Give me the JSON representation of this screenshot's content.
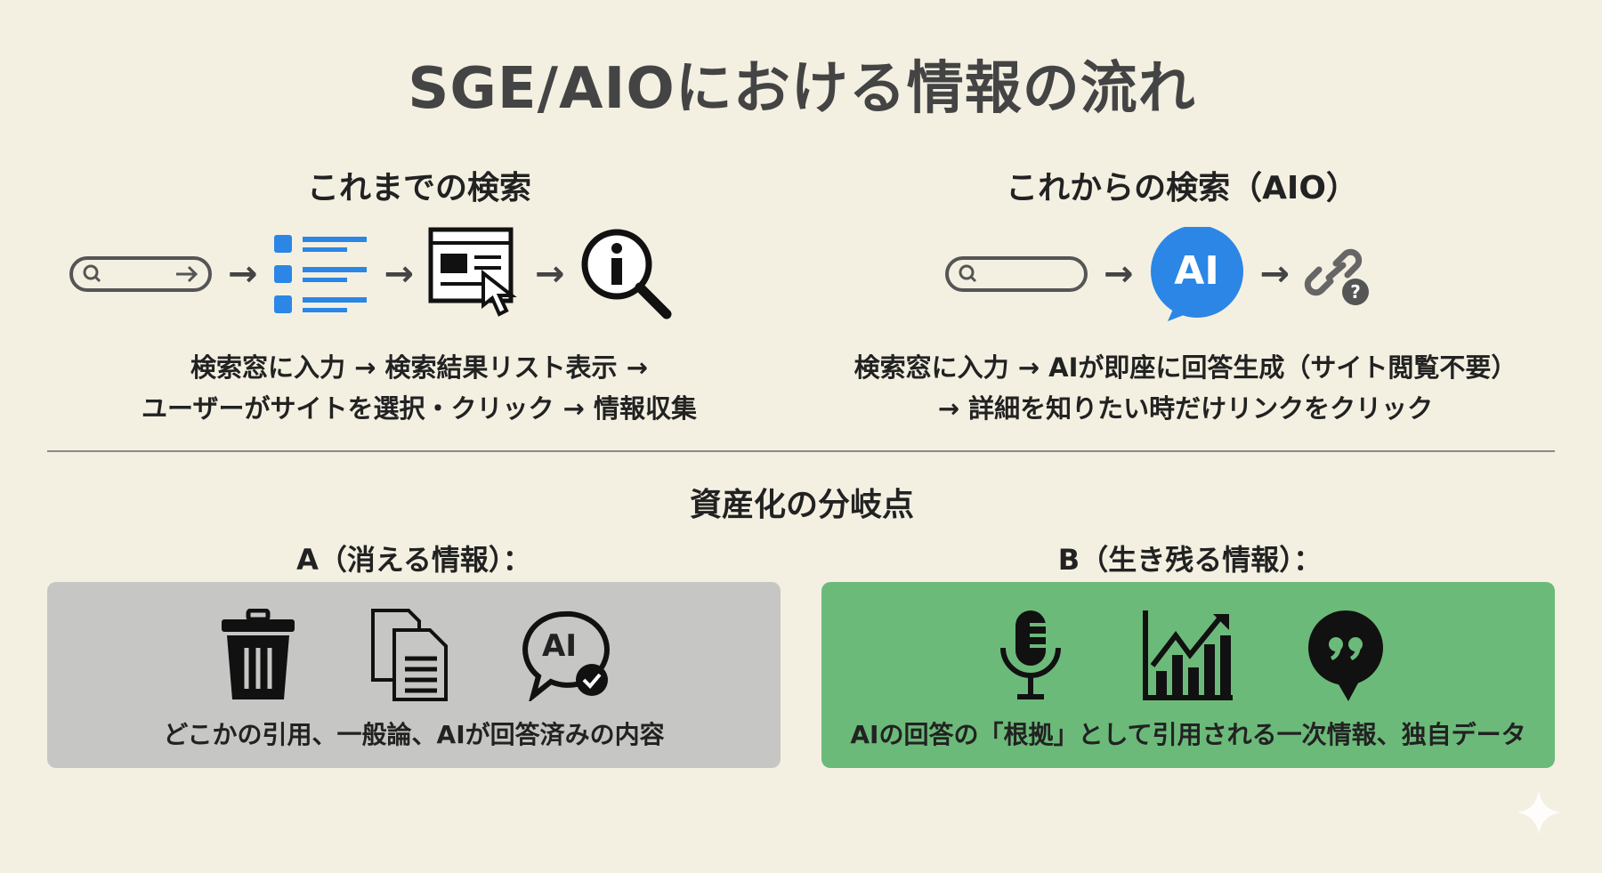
{
  "title": "SGE/AIOにおける情報の流れ",
  "old_search": {
    "heading": "これまでの検索",
    "steps": [
      "search-bar",
      "result-list",
      "website-click",
      "info-search"
    ],
    "desc_line1": "検索窓に入力 → 検索結果リスト表示 →",
    "desc_line2": "ユーザーがサイトを選択・クリック → 情報収集"
  },
  "new_search": {
    "heading": "これからの検索（AIO）",
    "ai_label": "AI",
    "desc_line1": "検索窓に入力 → AIが即座に回答生成（サイト閲覧不要）",
    "desc_line2": "→ 詳細を知りたい時だけリンクをクリック"
  },
  "branch": {
    "heading": "資産化の分岐点",
    "a": {
      "label": "A（消える情報）：",
      "text": "どこかの引用、一般論、AIが回答済みの内容",
      "ai_label": "AI",
      "color": "#c6c6c4"
    },
    "b": {
      "label": "B（生き残る情報）：",
      "text": "AIの回答の「根拠」として引用される一次情報、独自データ",
      "color": "#6cba7a"
    }
  },
  "colors": {
    "accent_blue": "#2b86e6",
    "background": "#f3f0e2"
  }
}
